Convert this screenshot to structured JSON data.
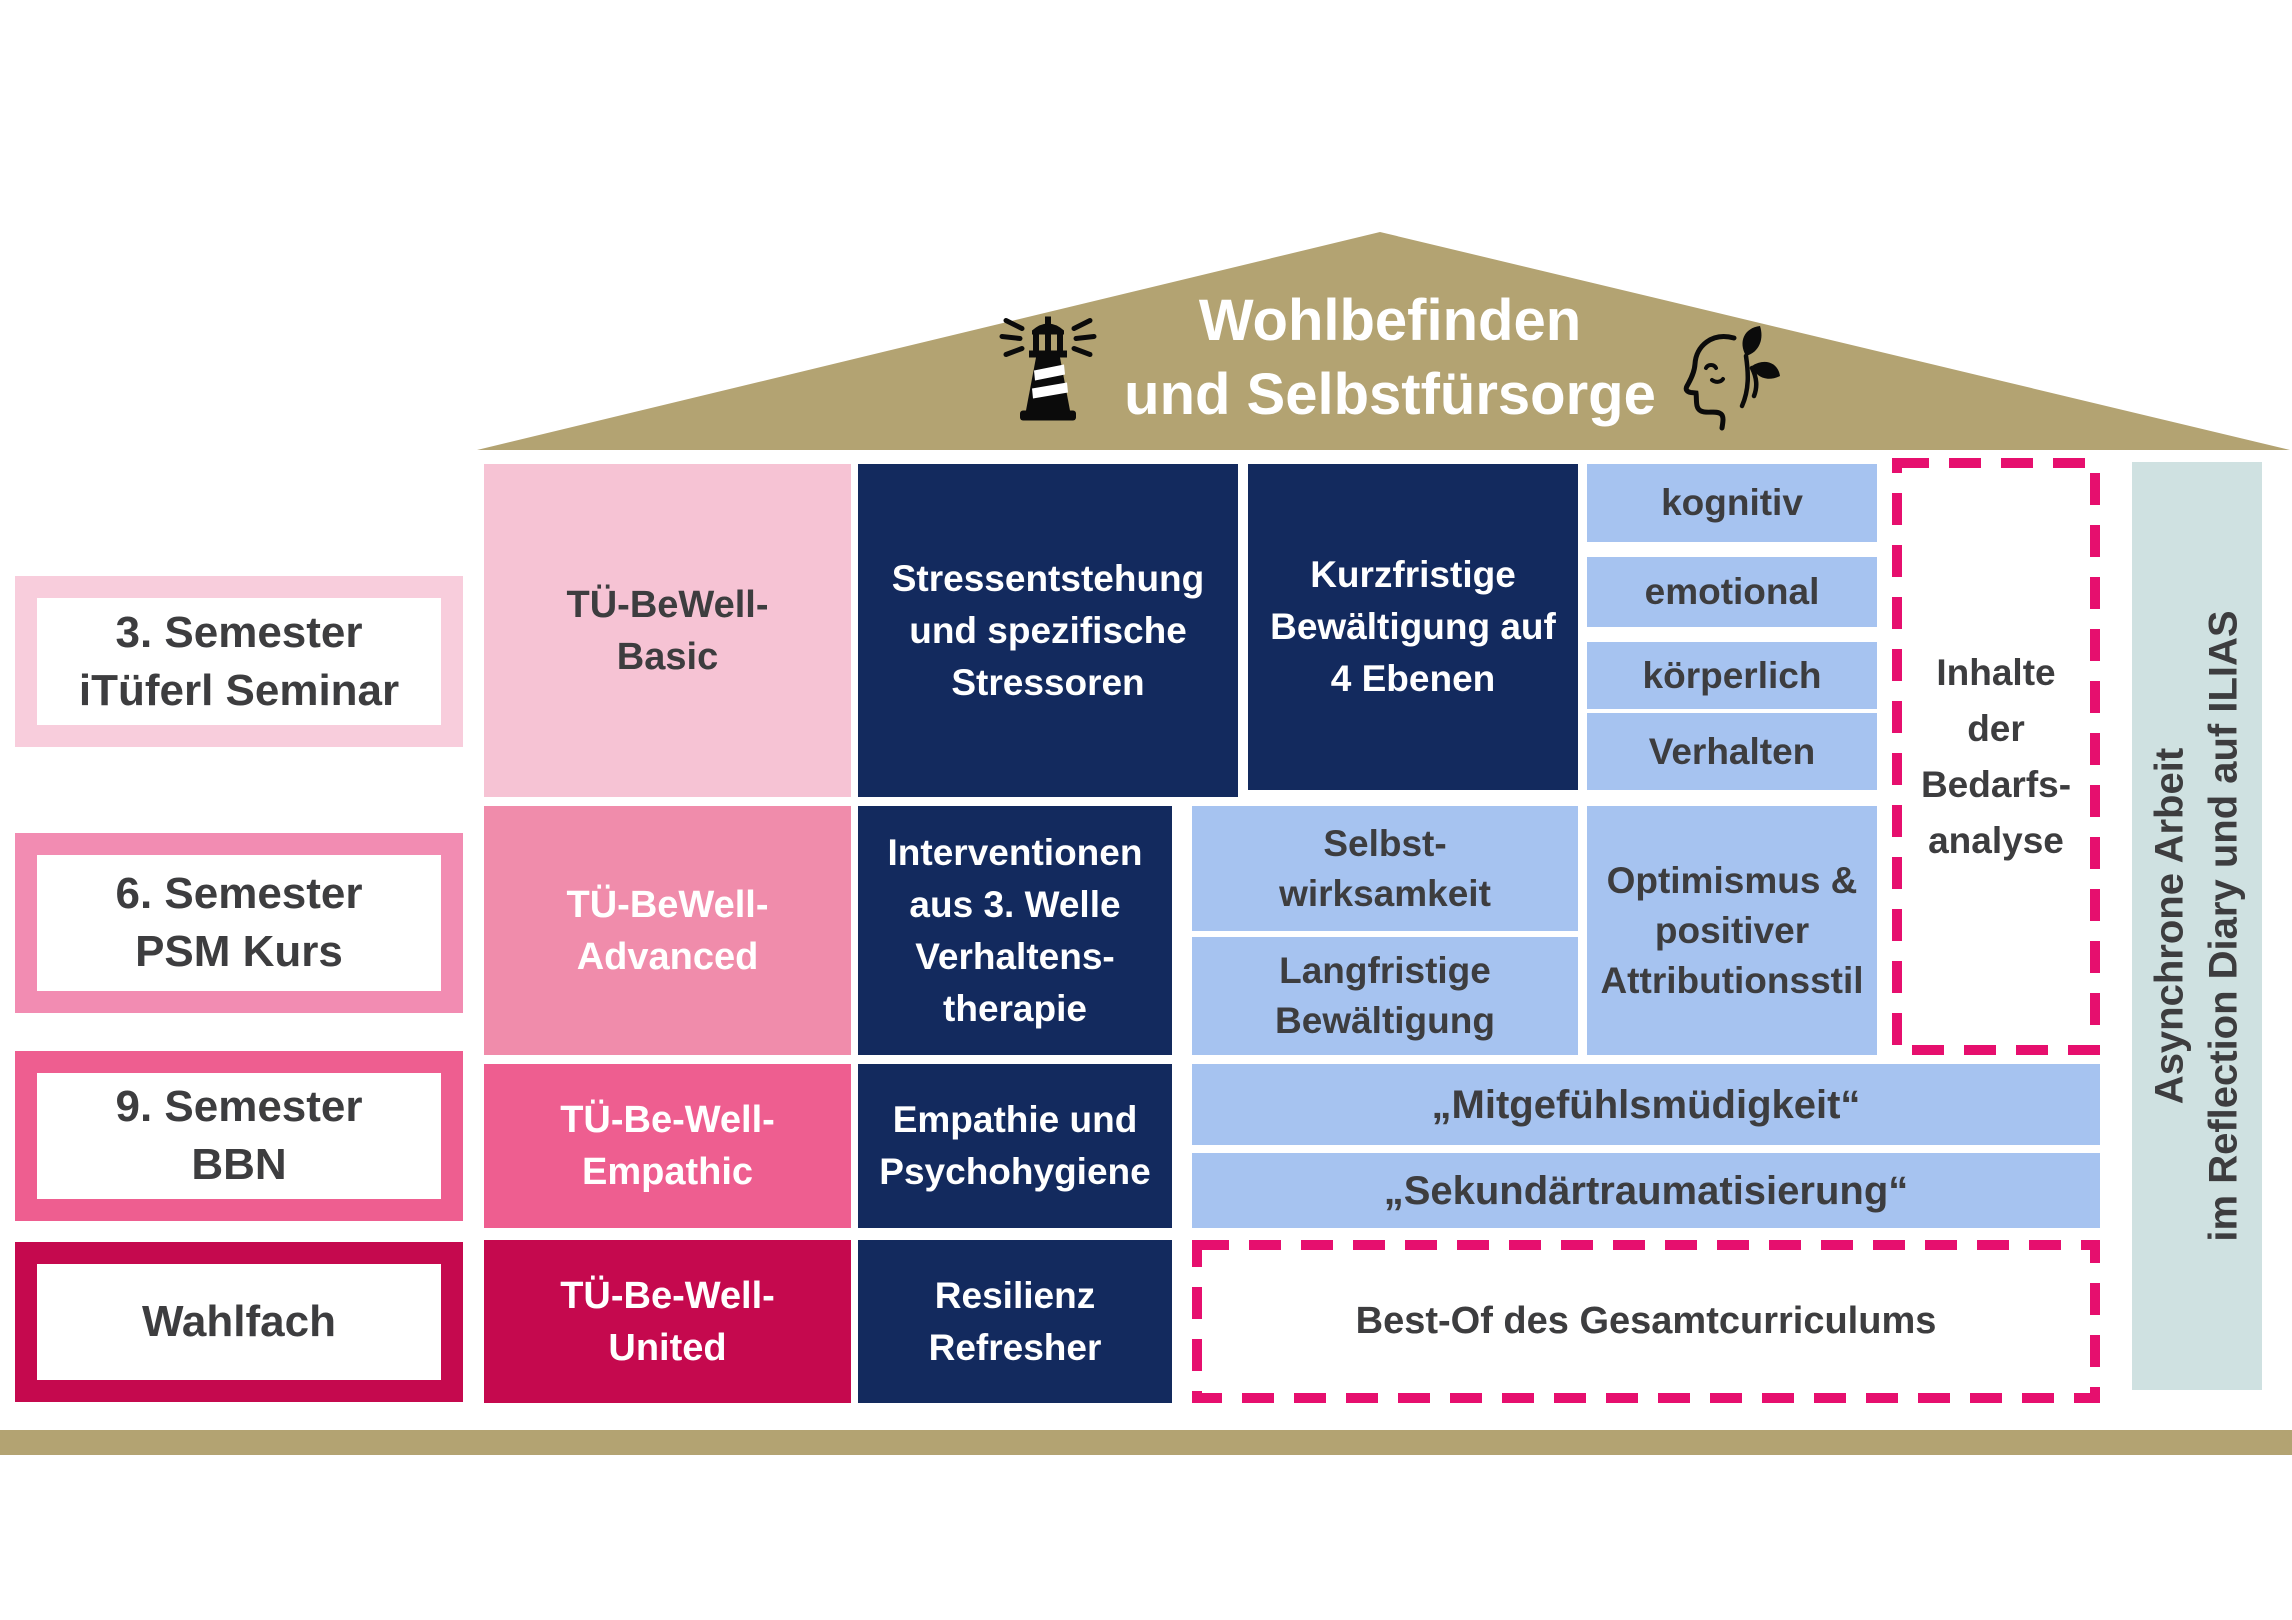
{
  "colors": {
    "roof_tan": "#b3a372",
    "navy": "#132a5e",
    "light_blue": "#a6c3f0",
    "pink_basic": "#f6c3d4",
    "pink_advanced": "#f08cab",
    "pink_empathic": "#ee5e90",
    "pink_united": "#c5094e",
    "dashed_pink": "#e60f6e",
    "sidebar_gray": "#cfe1e1",
    "text_dark": "#3d3d3f"
  },
  "roof": {
    "title_line1": "Wohlbefinden",
    "title_line2": "und Selbstfürsorge",
    "left_icon": "lighthouse",
    "right_icon": "head-with-leaves"
  },
  "semesters": [
    {
      "line1": "3. Semester",
      "line2": "iTüferl Seminar"
    },
    {
      "line1": "6. Semester",
      "line2": "PSM Kurs"
    },
    {
      "line1": "9. Semester",
      "line2": "BBN"
    },
    {
      "line1": "Wahlfach",
      "line2": ""
    }
  ],
  "programs": [
    {
      "line1": "TÜ-BeWell-",
      "line2": "Basic"
    },
    {
      "line1": "TÜ-BeWell-",
      "line2": "Advanced"
    },
    {
      "line1": "TÜ-Be-Well-",
      "line2": "Empathic"
    },
    {
      "line1": "TÜ-Be-Well-",
      "line2": "United"
    }
  ],
  "row1": {
    "stress": {
      "l1": "Stressentstehung",
      "l2": "und spezifische",
      "l3": "Stressoren"
    },
    "coping": {
      "l1": "Kurzfristige",
      "l2": "Bewältigung auf",
      "l3": "4 Ebenen"
    },
    "levels": [
      "kognitiv",
      "emotional",
      "körperlich",
      "Verhalten"
    ]
  },
  "row2": {
    "interventions": {
      "l1": "Interventionen",
      "l2": "aus 3. Welle",
      "l3": "Verhaltens-",
      "l4": "therapie"
    },
    "self_efficacy": {
      "l1": "Selbst-",
      "l2": "wirksamkeit"
    },
    "longterm": {
      "l1": "Langfristige",
      "l2": "Bewältigung"
    },
    "optimism": {
      "l1": "Optimismus &",
      "l2": "positiver",
      "l3": "Attributionsstil"
    }
  },
  "row3": {
    "empathy": {
      "l1": "Empathie und",
      "l2": "Psychohygiene"
    },
    "band1": "„Mitgefühlsmüdigkeit“",
    "band2": "„Sekundärtraumatisierung“"
  },
  "row4": {
    "resilience": {
      "l1": "Resilienz",
      "l2": "Refresher"
    },
    "best_of": "Best-Of des Gesamtcurriculums"
  },
  "bedarfs": {
    "l1": "Inhalte",
    "l2": "der",
    "l3": "Bedarfs-",
    "l4": "analyse"
  },
  "sidebar": {
    "line1": "Asynchrone Arbeit",
    "line2": "im Reflection Diary und auf ILIAS"
  }
}
